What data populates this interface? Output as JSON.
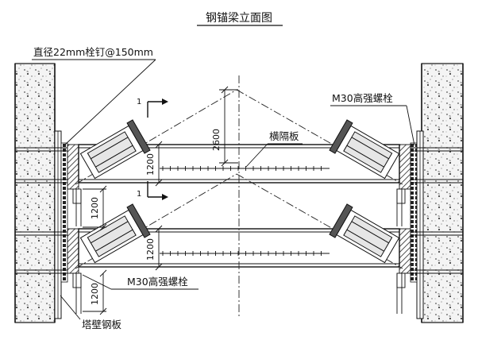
{
  "drawing": {
    "title": "钢锚梁立面图",
    "stud_label": "直径22mm栓钉@150mm",
    "bolt_label_top": "M30高强螺栓",
    "bolt_label_bottom": "M30高强螺栓",
    "diaphragm_label": "横隔板",
    "tower_plate_label": "塔壁钢板",
    "dim_2600": "2600",
    "dim_beam1": "1200",
    "dim_beam2": "1200",
    "dim_gap": "1200",
    "dim_bottom": "1200",
    "section_mark_top": "1",
    "section_mark_bottom": "1"
  },
  "colors": {
    "line": "#111111",
    "concrete": "#f3f3f3"
  }
}
